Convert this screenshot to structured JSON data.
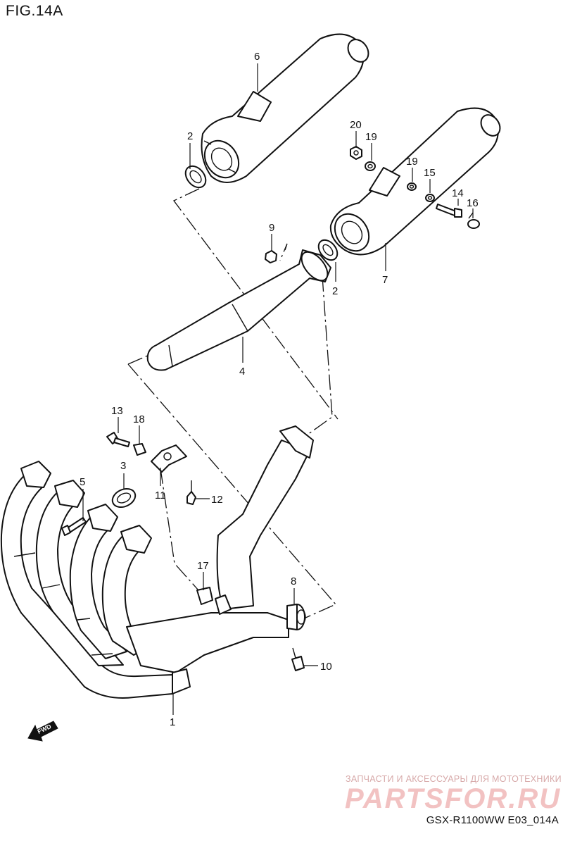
{
  "figure": {
    "title": "FIG.14A"
  },
  "callouts": [
    {
      "id": "1",
      "label": "1"
    },
    {
      "id": "2a",
      "label": "2"
    },
    {
      "id": "2b",
      "label": "2"
    },
    {
      "id": "3",
      "label": "3"
    },
    {
      "id": "4",
      "label": "4"
    },
    {
      "id": "5",
      "label": "5"
    },
    {
      "id": "6",
      "label": "6"
    },
    {
      "id": "7",
      "label": "7"
    },
    {
      "id": "8",
      "label": "8"
    },
    {
      "id": "9",
      "label": "9"
    },
    {
      "id": "10",
      "label": "10"
    },
    {
      "id": "11",
      "label": "11"
    },
    {
      "id": "12",
      "label": "12"
    },
    {
      "id": "13",
      "label": "13"
    },
    {
      "id": "14",
      "label": "14"
    },
    {
      "id": "15",
      "label": "15"
    },
    {
      "id": "16",
      "label": "16"
    },
    {
      "id": "17",
      "label": "17"
    },
    {
      "id": "18",
      "label": "18"
    },
    {
      "id": "19a",
      "label": "19"
    },
    {
      "id": "19b",
      "label": "19"
    },
    {
      "id": "20",
      "label": "20"
    }
  ],
  "direction_marker": {
    "label": "FWD",
    "icon": "forward-arrow-icon"
  },
  "watermark": {
    "tagline": "ЗАПЧАСТИ И АКСЕССУАРЫ ДЛЯ МОТОТЕХНИКИ",
    "logo": "PARTSFOR.RU",
    "color": "#f2c2c2"
  },
  "footer": {
    "model_code": "GSX-R1100WW  E03_014A"
  }
}
